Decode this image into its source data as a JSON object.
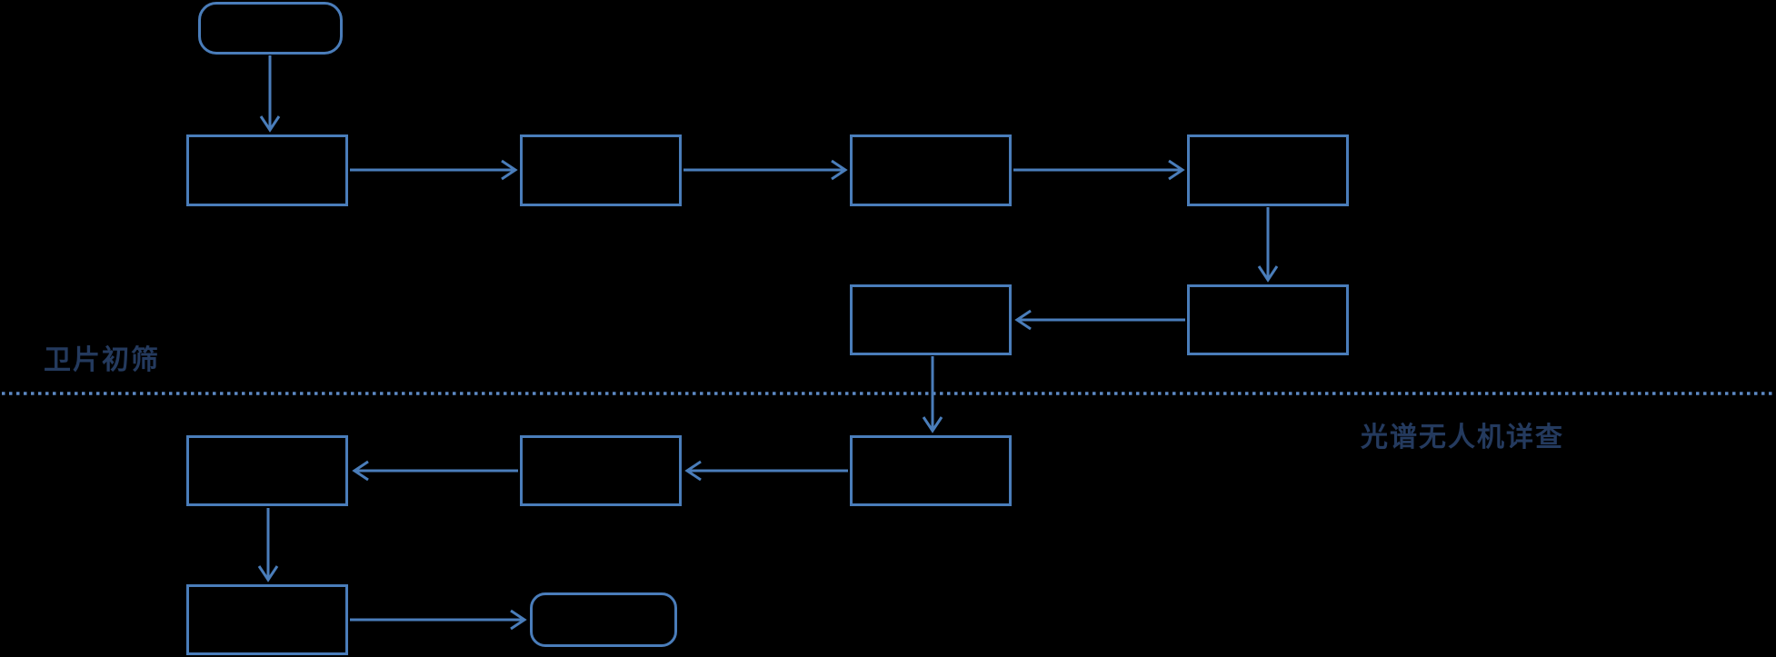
{
  "canvas": {
    "background_color": "#000000",
    "shape_stroke_color": "#4a7dba",
    "divider_color": "#5d89c4",
    "label_text_color": "#243a5e"
  },
  "phases": {
    "top_label": "卫片初筛",
    "bottom_label": "光谱无人机详查"
  },
  "diagram": {
    "type": "flowchart",
    "nodes": [
      {
        "id": "start",
        "shape": "rounded",
        "label": ""
      },
      {
        "id": "step-1",
        "shape": "rect",
        "label": ""
      },
      {
        "id": "step-2",
        "shape": "rect",
        "label": ""
      },
      {
        "id": "step-3",
        "shape": "rect",
        "label": ""
      },
      {
        "id": "step-4",
        "shape": "rect",
        "label": ""
      },
      {
        "id": "step-5",
        "shape": "rect",
        "label": ""
      },
      {
        "id": "step-6",
        "shape": "rect",
        "label": ""
      },
      {
        "id": "step-7",
        "shape": "rect",
        "label": ""
      },
      {
        "id": "step-8",
        "shape": "rect",
        "label": ""
      },
      {
        "id": "step-9",
        "shape": "rect",
        "label": ""
      },
      {
        "id": "step-10",
        "shape": "rect",
        "label": ""
      },
      {
        "id": "end",
        "shape": "rounded",
        "label": ""
      }
    ],
    "edges": [
      {
        "from": "start",
        "to": "step-1",
        "direction": "down"
      },
      {
        "from": "step-1",
        "to": "step-2",
        "direction": "right"
      },
      {
        "from": "step-2",
        "to": "step-3",
        "direction": "right"
      },
      {
        "from": "step-3",
        "to": "step-4",
        "direction": "right"
      },
      {
        "from": "step-4",
        "to": "step-5",
        "direction": "down"
      },
      {
        "from": "step-5",
        "to": "step-6",
        "direction": "left"
      },
      {
        "from": "step-6",
        "to": "step-7",
        "direction": "down",
        "crosses_divider": true
      },
      {
        "from": "step-7",
        "to": "step-8",
        "direction": "left"
      },
      {
        "from": "step-8",
        "to": "step-9",
        "direction": "left"
      },
      {
        "from": "step-9",
        "to": "step-10",
        "direction": "down"
      },
      {
        "from": "step-10",
        "to": "end",
        "direction": "right"
      }
    ],
    "divider": {
      "style": "dotted",
      "orientation": "horizontal"
    }
  }
}
